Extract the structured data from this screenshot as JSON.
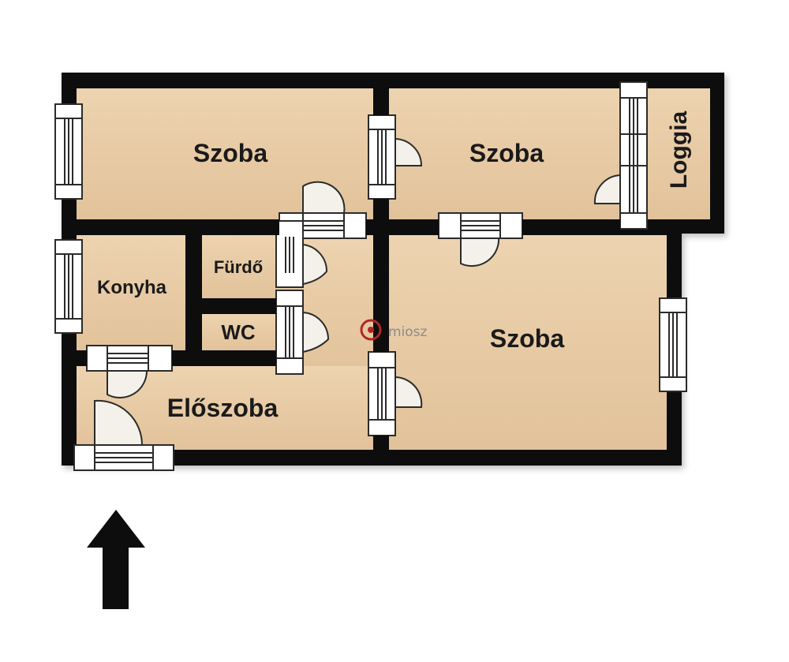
{
  "rooms": {
    "bedroom_top_left": "Szoba",
    "bedroom_top_right": "Szoba",
    "loggia": "Loggia",
    "kitchen": "Konyha",
    "bathroom": "Fürdő",
    "wc": "WC",
    "living_room": "Szoba",
    "hall": "Előszoba"
  },
  "watermark": "miosz",
  "colors": {
    "floor": "#e7c9a2",
    "wall": "#0d0d0d",
    "frame": "#ffffff",
    "watermark_mark": "#b52525"
  },
  "icons": {
    "entrance": "arrow-up-icon"
  }
}
